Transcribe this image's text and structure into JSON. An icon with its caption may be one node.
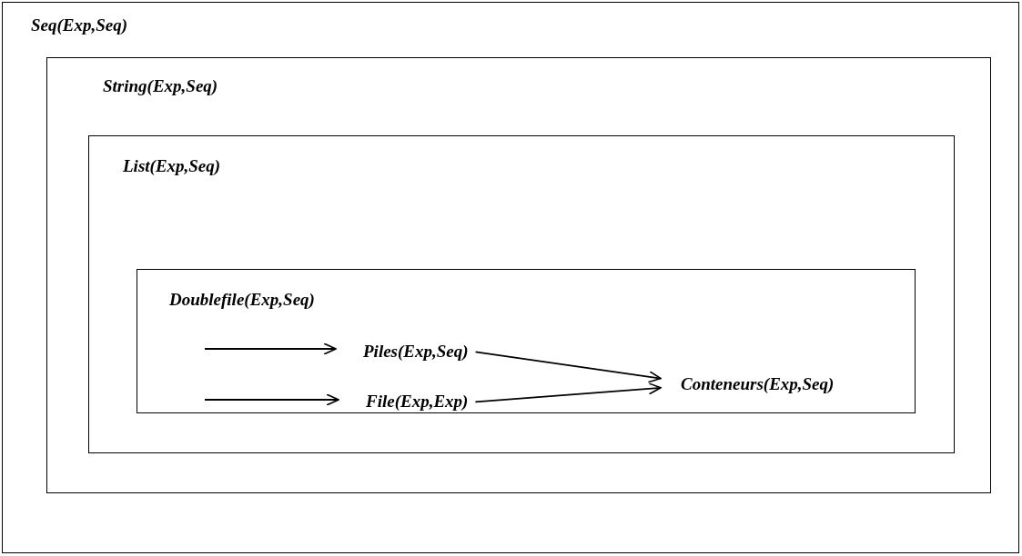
{
  "diagram": {
    "nodes": [
      {
        "text": [
          "Seq(Exp,Seq)"
        ]
      },
      {
        "text": [
          "String(Exp,Seq)"
        ],
        "in": 0
      },
      {
        "text": [
          "List(Exp,Seq)"
        ],
        "in": 1
      },
      {
        "text": [
          "Doublefile(Exp,Seq)"
        ],
        "in": 2
      },
      {
        "text": [
          "Piles(Exp,Seq)"
        ],
        "in": 3
      },
      {
        "text": [
          "File(Exp,Exp)"
        ],
        "in": 3
      },
      {
        "text": [
          "Conteneurs(Exp,Seq)"
        ],
        "in": 3
      }
    ],
    "edges": [
      {
        "from": null,
        "to": 4,
        "arrow": "to"
      },
      {
        "from": null,
        "to": 5,
        "arrow": "to"
      },
      {
        "from": 4,
        "to": 6,
        "arrow": "to"
      },
      {
        "from": 5,
        "to": 6,
        "arrow": "to"
      }
    ]
  }
}
